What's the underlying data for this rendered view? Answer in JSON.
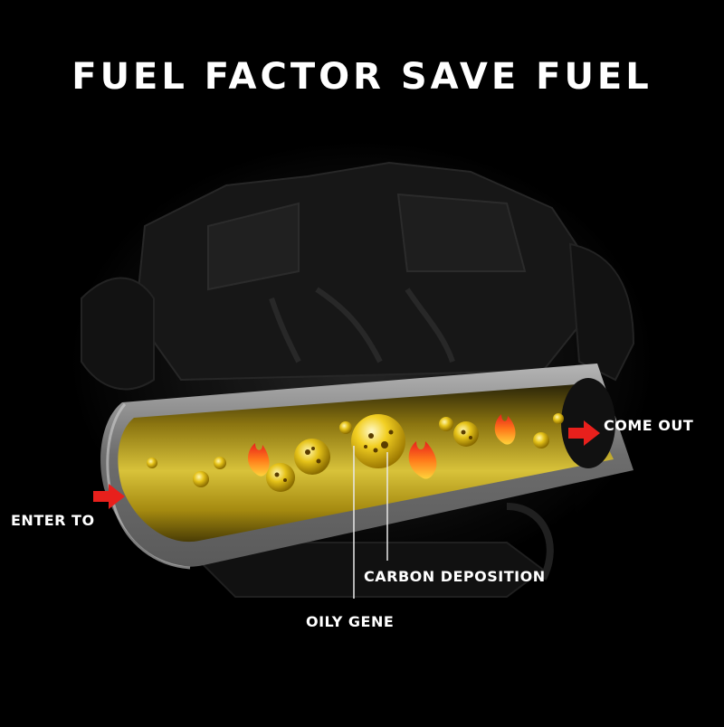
{
  "title": "FUEL FACTOR SAVE FUEL",
  "labels": {
    "enter": "ENTER TO",
    "exit": "COME OUT",
    "carbon": "CARBON DEPOSITION",
    "oily": "OILY GENE"
  },
  "colors": {
    "background": "#000000",
    "text": "#ffffff",
    "arrow": "#e8201c",
    "pipe_outer": "#7a7a7a",
    "fuel_gold": "#c8a515"
  },
  "icons": [
    "engine-illustration",
    "flame-icon",
    "fuel-droplet",
    "arrow-right-icon"
  ]
}
